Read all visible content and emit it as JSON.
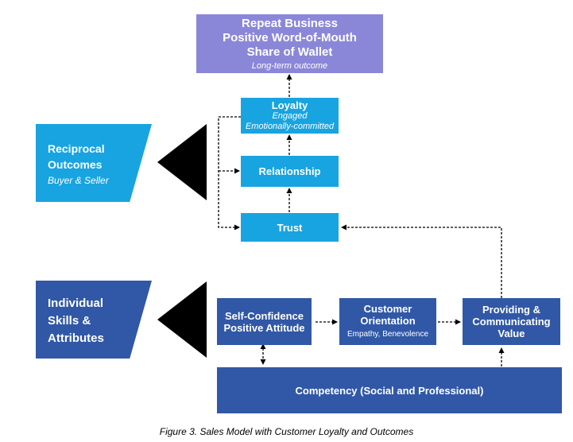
{
  "top": {
    "line1": "Repeat Business",
    "line2": "Positive Word-of-Mouth",
    "line3": "Share of Wallet",
    "sub": "Long-term outcome"
  },
  "loyalty": {
    "title": "Loyalty",
    "sub1": "Engaged",
    "sub2": "Emotionally-committed"
  },
  "relationship": "Relationship",
  "trust": "Trust",
  "reciprocal": {
    "line1": "Reciprocal",
    "line2": "Outcomes",
    "sub": "Buyer & Seller"
  },
  "individual": {
    "line1": "Individual",
    "line2": "Skills &",
    "line3": "Attributes"
  },
  "self_confidence": {
    "line1": "Self-Confidence",
    "line2": "Positive Attitude"
  },
  "customer_orientation": {
    "line1": "Customer",
    "line2": "Orientation",
    "sub": "Empathy, Benevolence"
  },
  "providing": {
    "line1": "Providing &",
    "line2": "Communicating",
    "line3": "Value"
  },
  "competency": "Competency (Social and Professional)",
  "caption": "Figure 3. Sales Model with Customer Loyalty and Outcomes",
  "colors": {
    "light_blue": "#18a4e0",
    "dark_blue": "#3158a6",
    "purple": "#8b87d8"
  }
}
